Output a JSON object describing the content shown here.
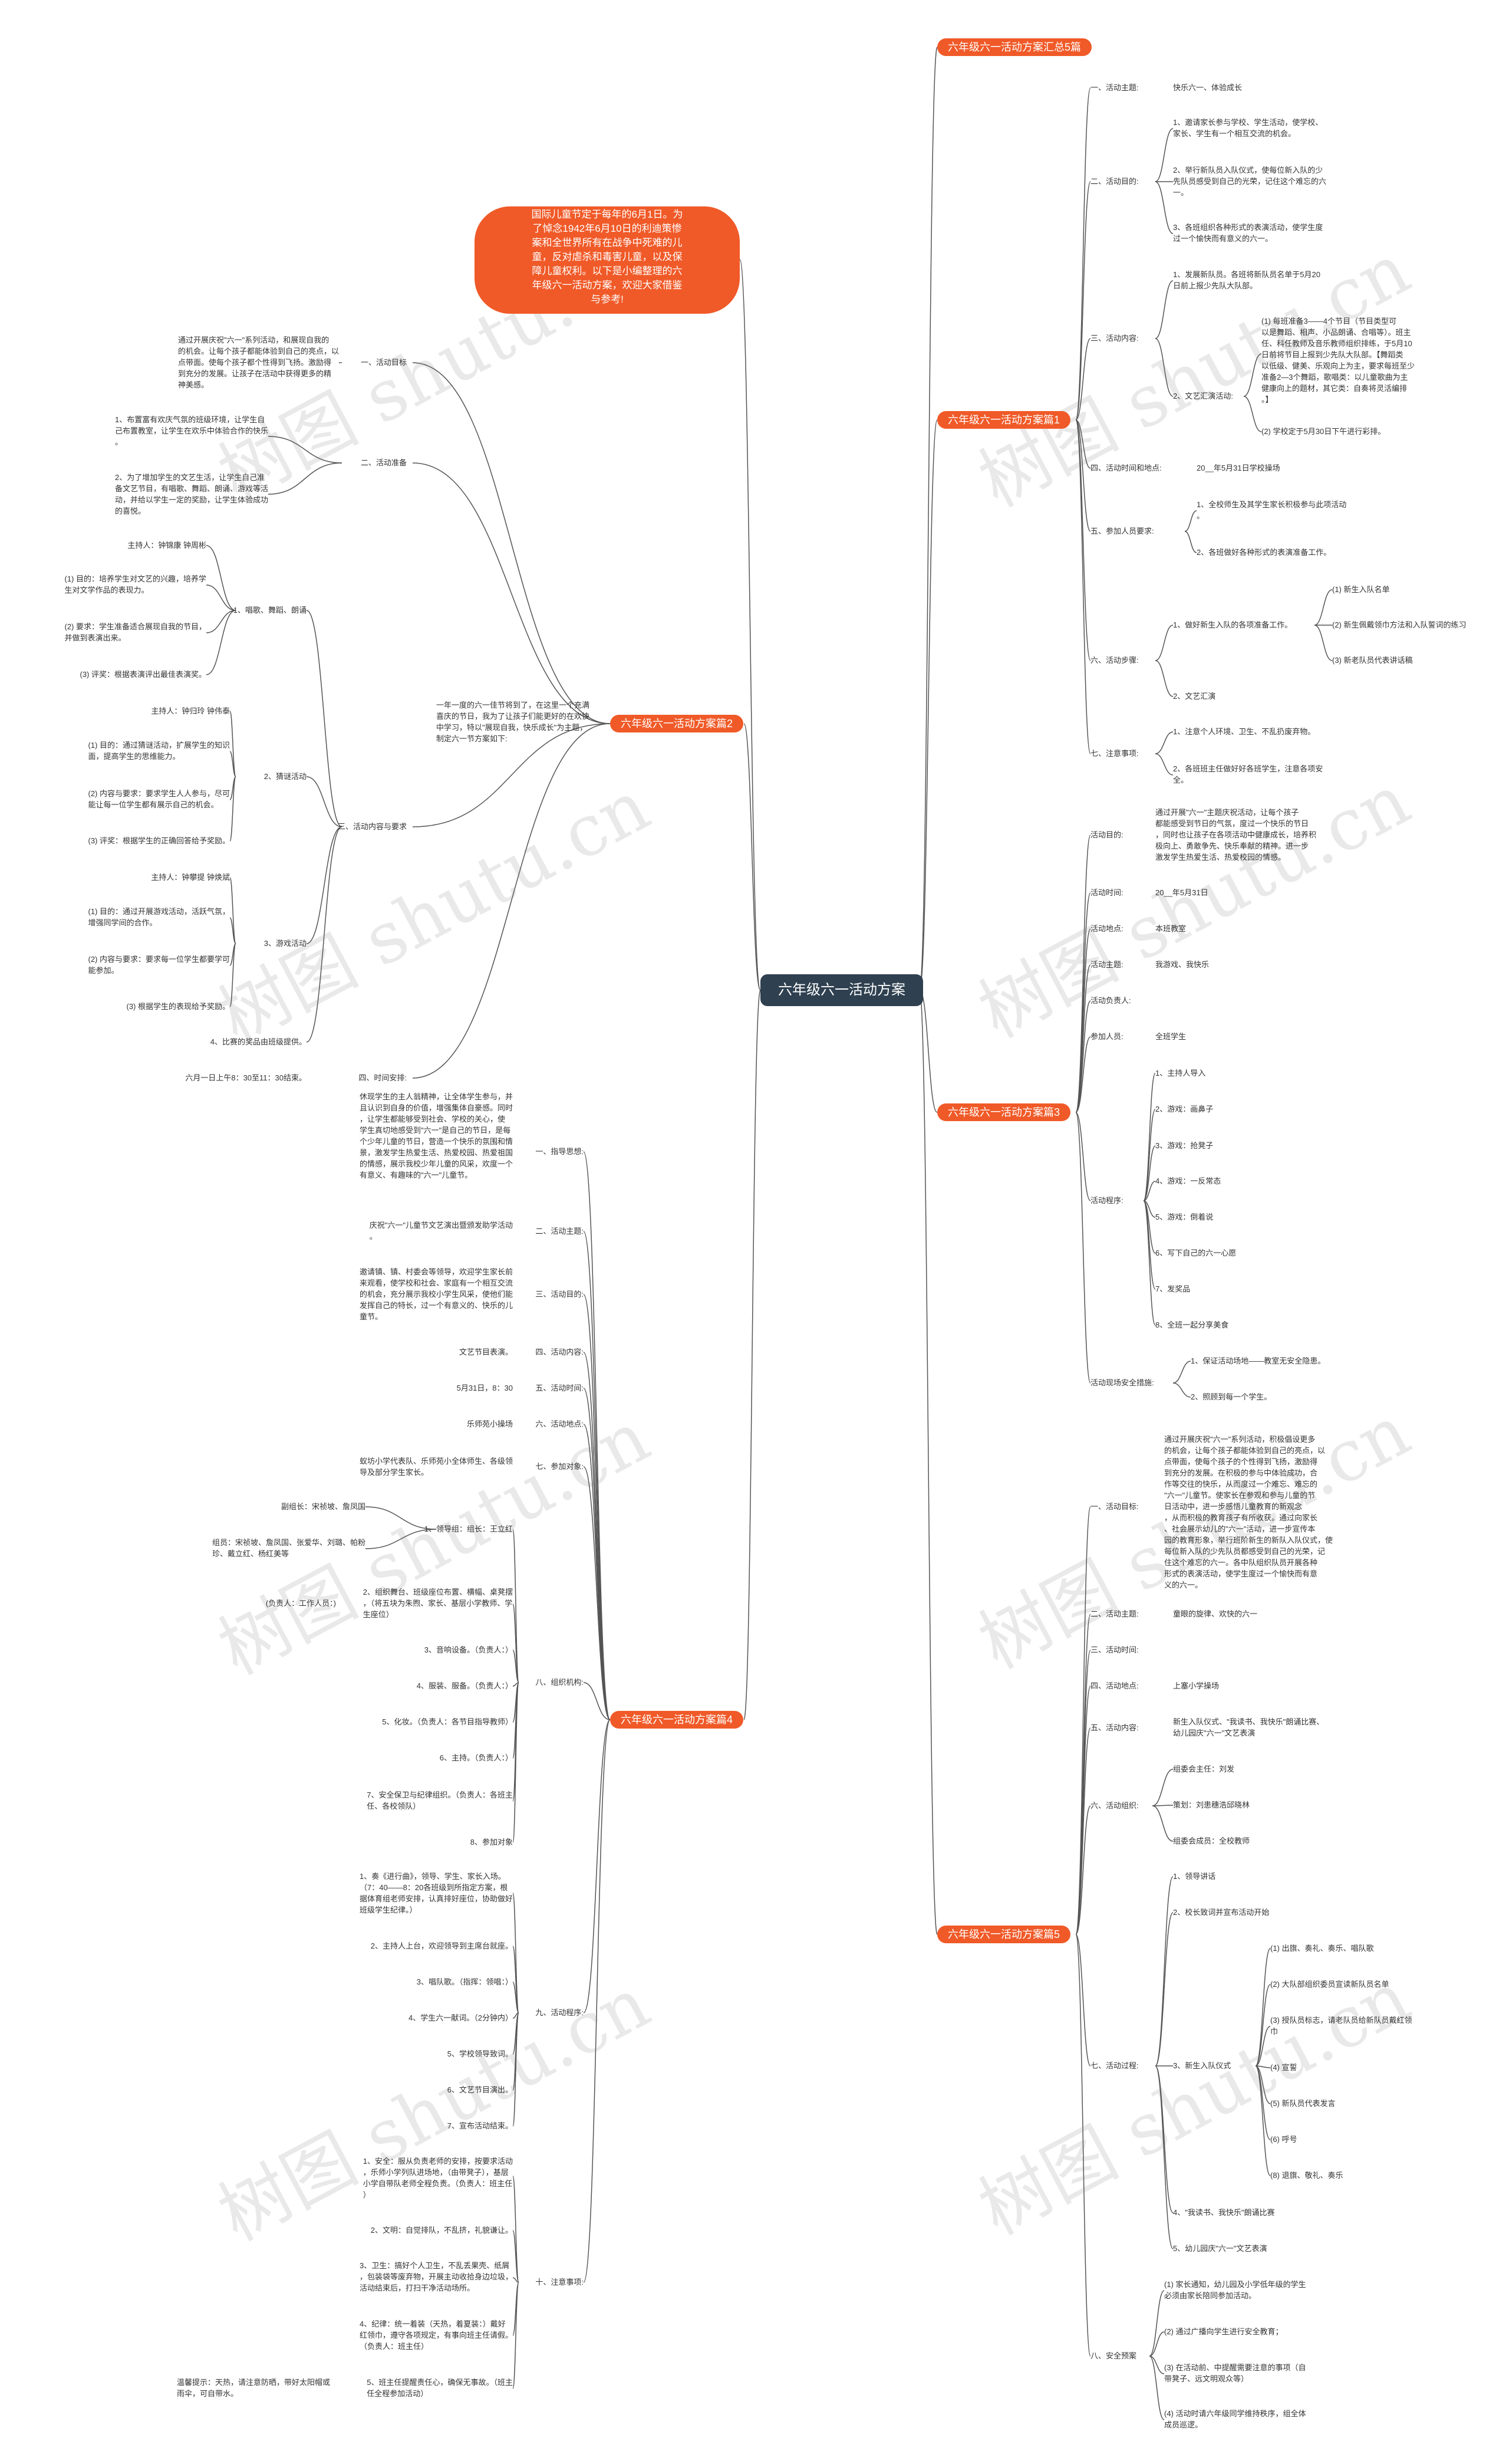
{
  "root": "六年级六一活动方案",
  "intro": "国际儿童节定于每年的6月1日。为\n了悼念1942年6月10日的利迪策惨\n案和全世界所有在战争中死难的儿\n童，反对虐杀和毒害儿童，以及保\n障儿童权利。以下是小编整理的六\n年级六一活动方案，欢迎大家借鉴\n与参考!",
  "watermark": "树图 shutu.cn",
  "b0": "六年级六一活动方案汇总5篇",
  "b1": {
    "label": "六年级六一活动方案篇1",
    "s1": "一、活动主题:",
    "s1a": "快乐六一、体验成长",
    "s2": "二、活动目的:",
    "s2a": "1、邀请家长参与学校、学生活动，使学校、\n家长、学生有一个相互交流的机会。",
    "s2b": "2、举行新队员入队仪式，使每位新入队的少\n先队员感受到自己的光荣，记住这个难忘的六\n一。",
    "s2c": "3、各班组织各种形式的表演活动，使学生度\n过一个愉快而有意义的六一。",
    "s3": "三、活动内容:",
    "s3a": "1、发展新队员。各班将新队员名单于5月20\n日前上报少先队大队部。",
    "s3b": "2、文艺汇演活动:",
    "s3b1": "(1) 每班准备3——4个节目（节目类型可\n以是舞蹈、相声、小品朗诵、合唱等）。班主\n任、科任教师及音乐教师组织排练，于5月10\n日前将节目上报到少先队大队部。【舞蹈类\n以低级、健美、乐观向上为主，要求每班至少\n准备2—3个舞蹈，歌唱类：以儿童歌曲为主\n健康向上的题材，其它类：自奏将灵活编排\n。】",
    "s3b2": "(2) 学校定于5月30日下午进行彩排。",
    "s4": "四、活动时间和地点:",
    "s4a": "20__年5月31日学校操场",
    "s5": "五、参加人员要求:",
    "s5a": "1、全校师生及其学生家长积极参与此项活动\n。",
    "s5b": "2、各班做好各种形式的表演准备工作。",
    "s6": "六、活动步骤:",
    "s6a": "1、做好新生入队的各项准备工作。",
    "s6a1": "(1) 新生入队名单",
    "s6a2": "(2) 新生佩戴领巾方法和入队誓词的练习",
    "s6a3": "(3) 新老队员代表讲话稿",
    "s6b": "2、文艺汇演",
    "s7": "七、注意事项:",
    "s7a": "1、注意个人环境、卫生、不乱扔废弃物。",
    "s7b": "2、各班班主任做好好各班学生，注意各项安\n全。"
  },
  "b2": {
    "label": "六年级六一活动方案篇2",
    "text": "一年一度的六一佳节将到了，在这里一个充满\n喜庆的节日，我为了让孩子们能更好的在欢快\n中学习，特以\"展现自我，快乐成长\"为主题，\n制定六一节方案如下:",
    "s1": "一、活动目标",
    "s1a": "通过开展庆祝\"六一\"系列活动，和展现自我的\n的机会。让每个孩子都能体验到自己的亮点，以\n点带面。使每个孩子都个性得到飞扬。激励得\n到充分的发展。让孩子在活动中获得更多的精\n神美感。",
    "s2": "二、活动准备",
    "s2a": "1、布置富有欢庆气氛的班级环境，让学生自\n己布置教室，让学生在欢乐中体验合作的快乐\n。",
    "s2b": "2、为了增加学生的文艺生活，让学生自己准\n备文艺节目，有唱歌、舞蹈、朗诵、游戏等活\n动，并给以学生一定的奖励，让学生体验成功\n的喜悦。",
    "s3": "三、活动内容与要求",
    "s3a": "1、唱歌、舞蹈、朗诵",
    "s3a0": "主持人：钟锦康 钟周彬",
    "s3a1": "(1) 目的：培养学生对文艺的兴趣，培养学\n生对文学作品的表现力。",
    "s3a2": "(2) 要求：学生准备适合展现自我的节目，\n并做到表演出来。",
    "s3a3": "(3) 评奖：根据表演评出最佳表演奖。",
    "s3b": "2、猜谜活动",
    "s3b0": "主持人：钟归玲 钟伟泰",
    "s3b1": "(1) 目的：通过猜谜活动，扩展学生的知识\n面，提高学生的思维能力。",
    "s3b2": "(2) 内容与要求：要求学生人人参与，尽可\n能让每一位学生都有展示自己的机会。",
    "s3b3": "(3) 评奖：根据学生的正确回答给予奖励。",
    "s3c": "3、游戏活动",
    "s3c0": "主持人：钟攀提 钟焕斌",
    "s3c1": "(1) 目的：通过开展游戏活动，活跃气氛，\n增强同学间的合作。",
    "s3c2": "(2) 内容与要求：要求每一位学生都要学可\n能参加。",
    "s3c3": "(3) 根据学生的表现给予奖励。",
    "s3d": "4、比赛的奖品由班级提供。",
    "s4": "四、时间安排:",
    "s4a": "六月一日上午8：30至11：30结束。"
  },
  "b3": {
    "label": "六年级六一活动方案篇3",
    "s1": "活动目的:",
    "s1a": "通过开展\"六一\"主题庆祝活动，让每个孩子\n都能感受到节日的气氛，度过一个快乐的节日\n，同时也让孩子在各项活动中健康成长，培养积\n极向上、勇敢争先、快乐奉献的精神。进一步\n激发学生热爱生活、热爱校园的情感。",
    "s2": "活动时间:",
    "s2a": "20__年5月31日",
    "s3": "活动地点:",
    "s3a": "本班教室",
    "s4": "活动主题:",
    "s4a": "我游戏、我快乐",
    "s5": "活动负责人:",
    "s6": "参加人员:",
    "s6a": "全班学生",
    "s7": "活动程序:",
    "p1": "1、主持人导入",
    "p2": "2、游戏：画鼻子",
    "p3": "3、游戏：抢凳子",
    "p4": "4、游戏：一反常态",
    "p5": "5、游戏：倒着说",
    "p6": "6、写下自己的六一心愿",
    "p7": "7、发奖品",
    "p8": "8、全班一起分享美食",
    "s8": "活动现场安全措施:",
    "s8a": "1、保证活动场地——教室无安全隐患。",
    "s8b": "2、照顾到每一个学生。"
  },
  "b4": {
    "label": "六年级六一活动方案篇4",
    "s1": "一、指导思想:",
    "s1a": "休现学生的主人翁精神，让全体学生参与，并\n且认识到自身的价值，增强集体自豪感。同时\n，让学生都能够受到社会、学校的关心，使\n学生真切地感受到\"六一\"是自己的节日，是每\n个少年儿童的节日，营造一个快乐的氛围和情\n景，激发学生热爱生活、热爱校园、热爱祖国\n的情感，展示我校少年儿童的风采，欢度一个\n有意义、有趣味的\"六一\"儿童节。",
    "s2": "二、活动主题:",
    "s2a": "庆祝\"六一\"儿童节文艺演出暨颁发助学活动\n。",
    "s3": "三、活动目的:",
    "s3a": "邀请镇、镇、村委会等领导，欢迎学生家长前\n来观看，使学校和社会、家庭有一个相互交流\n的机会，充分展示我校小学生风采，使他们能\n发挥自己的特长，过一个有意义的、快乐的儿\n童节。",
    "s4": "四、活动内容:",
    "s4a": "文艺节目表演。",
    "s5": "五、活动时间:",
    "s5a": "5月31日，8：30",
    "s6": "六、活动地点:",
    "s6a": "乐师苑小操场",
    "s7": "七、参加对象:",
    "s7a": "蚁坊小学代表队、乐师苑小全体师生、各级领\n导及部分学生家长。",
    "s8": "八、组织机构:",
    "s8a": "1、领导组：组长：王立红",
    "s8a1": "副组长：宋祯坡、詹凤国",
    "s8a2": "组员：宋祯坡、詹凤国、张爱华、刘璐、帕粉\n珍、戴立红、杨红美等",
    "s8b": "2、组织舞台、班级座位布置、横幅、桌凳摆\n，（将五块为朱煦、家长、基层小学教师、学\n生座位）",
    "s8b0": "(负责人：工作人员：)",
    "s8c": "3、音响设备。（负责人：）",
    "s8d": "4、服装、服备。（负责人：）",
    "s8e": "5、化妆。（负责人：各节目指导教师）",
    "s8f": "6、主持。（负责人：）",
    "s8g": "7、安全保卫与纪律组织。（负责人：各班主\n任、各校领队）",
    "s8h": "8、参加对象",
    "s9": "九、活动程序:",
    "s9a": "1、奏《进行曲》，领导、学生、家长入场。\n（7：40——8：20各班级到所指定方案，根\n据体育组老师安排，认真排好座位，协助做好\n班级学生纪律。）",
    "s9b": "2、主持人上台，欢迎领导到主席台就座。",
    "s9c": "3、唱队歌。（指挥：领唱：）",
    "s9d": "4、学生六一献词。（2分钟内）",
    "s9e": "5、学校领导致词。",
    "s9f": "6、文艺节目演出。",
    "s9g": "7、宣布活动结束。",
    "s10": "十、注意事项:",
    "s10a": "1、安全：服从负责老师的安排，按要求活动\n，乐师小学列队进场地，（由带凳子），基层\n小学自带队老师全程负责。（负责人：班主任\n）",
    "s10b": "2、文明：自觉排队，不乱挤，礼貌谦让。",
    "s10c": "3、卫生：搞好个人卫生，不乱丢果壳、纸屑\n，包装袋等废弃物，开展主动收拾身边垃圾，\n活动结束后，打扫干净活动场所。",
    "s10d": "4、纪律：统一着装（天热，着夏装：）戴好\n红领巾，遵守各项规定，有事向班主任请假。\n（负责人：班主任）",
    "s10e": "5、班主任提醒责任心，确保无事故。（班主\n任全程参加活动）",
    "s10e0": "温馨提示：天热，请注意防晒，带好太阳帽或\n雨伞，可自带水。"
  },
  "b5": {
    "label": "六年级六一活动方案篇5",
    "s1": "一、活动目标:",
    "s1a": "通过开展庆祝\"六一\"系列活动，积极倡设更多\n的机会，让每个孩子都能体验到自己的亮点，以\n点带面，使每个孩子的个性得到飞扬，激励得\n到充分的发展。在积极的参与中体验成功，合\n作等交往的快乐，从而度过一个难忘、难忘的\n\"六一\"儿童节。使家长在参观和参与儿童的节\n日活动中，进一步感悟儿童教育的新观念\n，从而积极的教育孩子有所收获。通过向家长\n、社会展示幼儿的\"六一\"活动，进一步宣传本\n园的教育形象，举行班阶新生的新队入队仪式，使\n每位新入队的少先队员都感受到自己的光荣，记\n住这个难忘的六一。各中队组织队员开展各种\n形式的表演活动，使学生度过一个愉快而有意\n义的六一。",
    "s2": "二、活动主题:",
    "s2a": "童眼的旋律、欢快的六一",
    "s3": "三、活动时间:",
    "s4": "四、活动地点:",
    "s4a": "上塞小学操场",
    "s5": "五、活动内容:",
    "s5a": "新生入队仪式、\"我读书、我快乐\"朗诵比赛、\n幼儿园庆\"六一\"文艺表演",
    "s6": "六、活动组织:",
    "s6a": "组委会主任：刘发",
    "s6b": "策划：刘患穗浩邱晓林",
    "s6c": "组委会成员：全校教师",
    "s7": "七、活动过程:",
    "s7a": "1、领导讲话",
    "s7b": "2、校长致词并宣布活动开始",
    "s7c": "3、新生入队仪式",
    "s7c1": "(1) 出旗、奏礼、奏乐、唱队歌",
    "s7c2": "(2) 大队部组织委员宣读新队员名单",
    "s7c3": "(3) 授队员标志，请老队员给新队员戴红领\n巾",
    "s7c4": "(4) 宣誓",
    "s7c5": "(5) 新队员代表发言",
    "s7c6": "(6) 呼号",
    "s7c7": "(8) 退旗、敬礼、奏乐",
    "s7d": "4、\"我读书、我快乐\"朗诵比赛",
    "s7e": "5、幼儿园庆\"六一\"文艺表演",
    "s8": "八、安全预案",
    "s8a": "(1) 家长通知，幼儿园及小学低年级的学生\n必须由家长陪同参加活动。",
    "s8b": "(2) 通过广播向学生进行安全教育；",
    "s8c": "(3) 在活动前、中提醒需要注意的事项（自\n带凳子、远文明观众等）",
    "s8d": "(4) 活动时请六年级同学维持秩序，组全体\n成员巡逻。"
  }
}
